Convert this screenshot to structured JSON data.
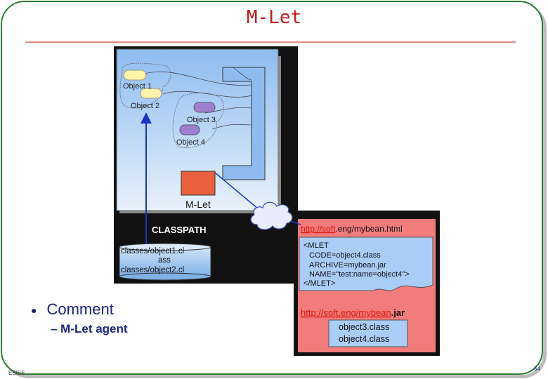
{
  "slide": {
    "title": "M-Let",
    "bullet": "Comment",
    "subbullet": "– M-Let agent",
    "footer_left": "ESIEE",
    "footer_right": "54"
  },
  "diagram": {
    "objects": [
      "Object 1",
      "Object 2",
      "Object 3",
      "Object 4"
    ],
    "mlet_label": "M-Let",
    "classpath_label": "CLASSPATH",
    "classpath_items": [
      "classes/object1.cl",
      "ass",
      "classes/object2.cl"
    ],
    "html_url_link": "http://soft",
    "html_url_rest": ".eng/mybean.html",
    "mlet_tag": [
      "<MLET",
      "CODE=object4.class",
      "ARCHIVE=mybean.jar",
      "NAME=\"test:name=object4\">",
      "</MLET>"
    ],
    "jar_url_link": "http://soft.eng/mybean",
    "jar_url_rest": ".jar",
    "jar_classes": [
      "object3.class",
      "object4.class"
    ],
    "colors": {
      "title": "#c41a1a",
      "frame": "#2e7d32",
      "server_panel": "#a9cdf6",
      "dark": "#111111",
      "url_panel": "#f27b7b",
      "mlet_box": "#e8603c",
      "object_yellow": "#fff3a8",
      "object_purple": "#9f7fd0",
      "arrow": "#1a33c9"
    }
  }
}
